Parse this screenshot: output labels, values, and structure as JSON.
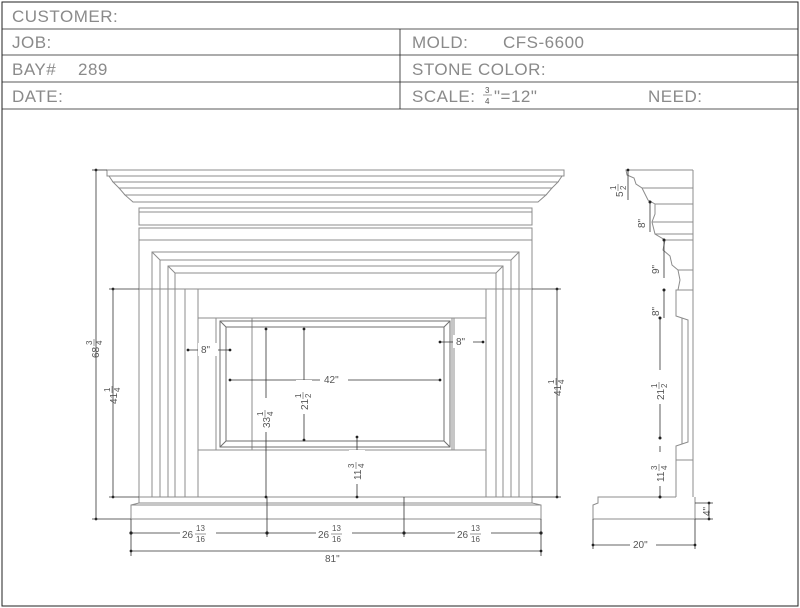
{
  "title_block": {
    "customer_label": "CUSTOMER:",
    "job_label": "JOB:",
    "bay_label": "BAY#",
    "bay_value": "289",
    "date_label": "DATE:",
    "mold_label": "MOLD:",
    "mold_value": "CFS-6600",
    "stone_color_label": "STONE COLOR:",
    "scale_label": "SCALE:",
    "scale_num": "3",
    "scale_den": "4",
    "scale_rest": "\"=12\"",
    "need_label": "NEED:"
  },
  "front_view": {
    "overall_height": "68",
    "overall_height_num": "3",
    "overall_height_den": "4",
    "opening_height_left": "41",
    "opening_height_right": "41",
    "opening_num": "1",
    "opening_den": "4",
    "panel_left_width": "8\"",
    "panel_right_width": "8\"",
    "firebox_width": "42\"",
    "firebox_height": "21",
    "firebox_height_num": "1",
    "firebox_height_den": "2",
    "inner_height": "33",
    "inner_height_num": "1",
    "inner_height_den": "4",
    "hearth_height": "11",
    "hearth_height_num": "3",
    "hearth_height_den": "4",
    "segment_left": "26",
    "segment_mid": "26",
    "segment_right": "26",
    "segment_num": "13",
    "segment_den": "16",
    "overall_width": "81\""
  },
  "side_view": {
    "top": "5",
    "top_num": "1",
    "top_den": "2",
    "seg2": "8\"",
    "seg3": "9\"",
    "seg4": "8\"",
    "seg5": "21",
    "seg5_num": "1",
    "seg5_den": "2",
    "seg6": "11",
    "seg6_num": "3",
    "seg6_den": "4",
    "base_height": "4\"",
    "depth": "20\""
  }
}
